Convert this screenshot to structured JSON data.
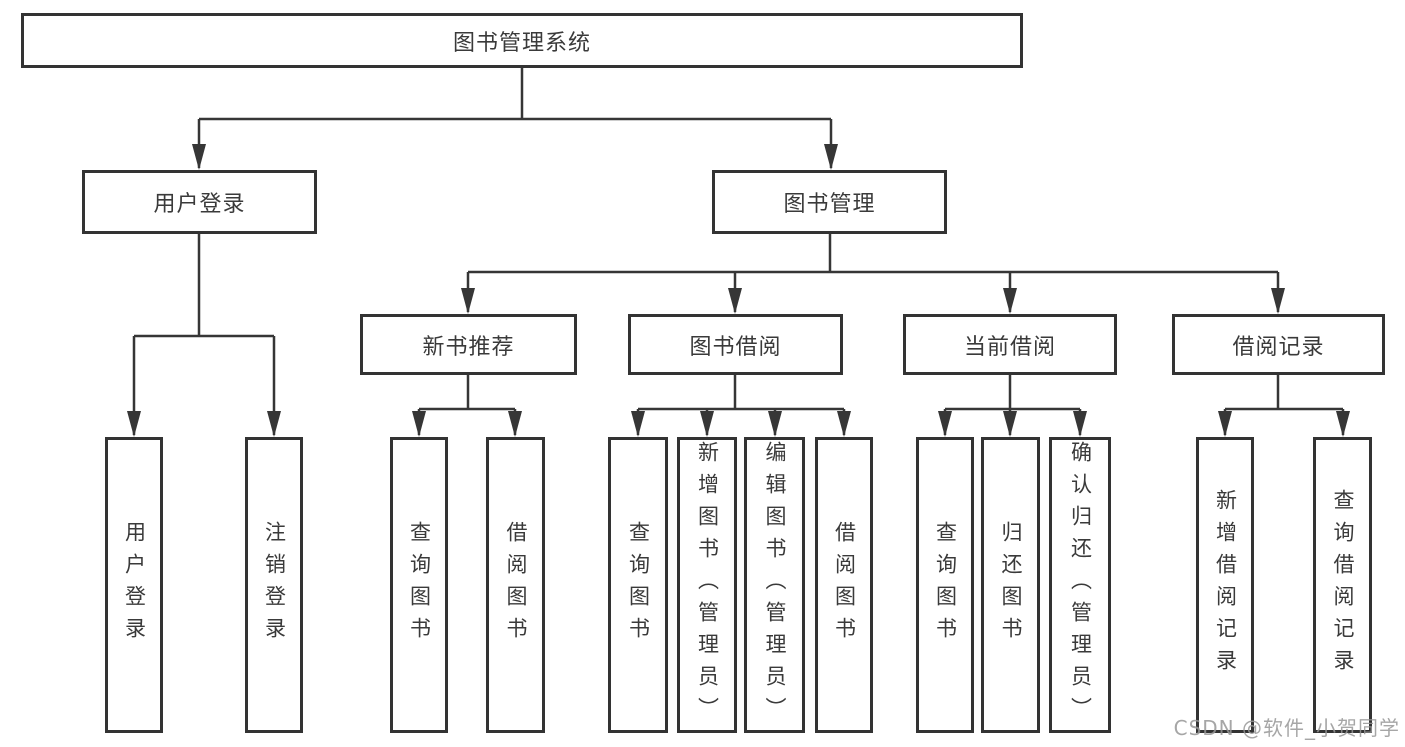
{
  "diagram": {
    "type": "hierarchy-diagram",
    "title": "图书管理系统"
  },
  "tree": {
    "root": {
      "label": "图书管理系统",
      "children": [
        {
          "label": "用户登录",
          "children": [
            {
              "label": "用户登录"
            },
            {
              "label": "注销登录"
            }
          ]
        },
        {
          "label": "图书管理",
          "children": [
            {
              "label": "新书推荐",
              "children": [
                {
                  "label": "查询图书"
                },
                {
                  "label": "借阅图书"
                }
              ]
            },
            {
              "label": "图书借阅",
              "children": [
                {
                  "label": "查询图书"
                },
                {
                  "label": "新增图书（管理员）"
                },
                {
                  "label": "编辑图书（管理员）"
                },
                {
                  "label": "借阅图书"
                }
              ]
            },
            {
              "label": "当前借阅",
              "children": [
                {
                  "label": "查询图书"
                },
                {
                  "label": "归还图书"
                },
                {
                  "label": "确认归还（管理员）"
                }
              ]
            },
            {
              "label": "借阅记录",
              "children": [
                {
                  "label": "新增借阅记录"
                },
                {
                  "label": "查询借阅记录"
                }
              ]
            }
          ]
        }
      ]
    }
  },
  "style": {
    "ink_color": "#363636",
    "border_color": "#333333",
    "text_color": "#3a3a3a",
    "watermark_color": "#969696",
    "background_color": "#ffffff"
  },
  "watermark": {
    "text": "CSDN @软件_小贺同学"
  }
}
